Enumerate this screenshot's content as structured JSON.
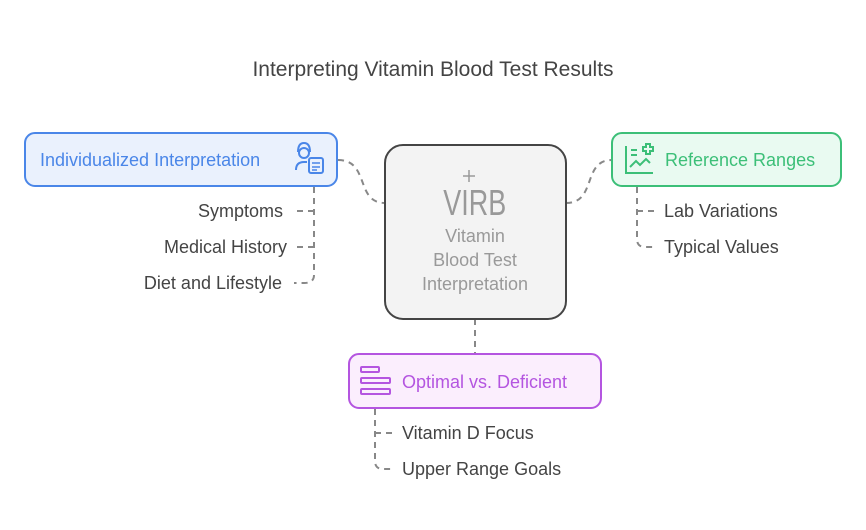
{
  "title": "Interpreting Vitamin Blood Test Results",
  "center": {
    "logo_text": "VIRB",
    "lines": [
      "Vitamin",
      "Blood Test",
      "Interpretation"
    ]
  },
  "nodes": {
    "individualized": {
      "label": "Individualized Interpretation",
      "icon": "user-document-icon",
      "color": "#4a86e8",
      "children": [
        "Symptoms",
        "Medical History",
        "Diet and Lifestyle"
      ]
    },
    "reference": {
      "label": "Reference Ranges",
      "icon": "chart-plus-icon",
      "color": "#3cbf78",
      "children": [
        "Lab Variations",
        "Typical Values"
      ]
    },
    "optimal": {
      "label": "Optimal vs. Deficient",
      "icon": "horizontal-bars-icon",
      "color": "#b455e0",
      "children": [
        "Vitamin D Focus",
        "Upper Range Goals"
      ]
    }
  }
}
